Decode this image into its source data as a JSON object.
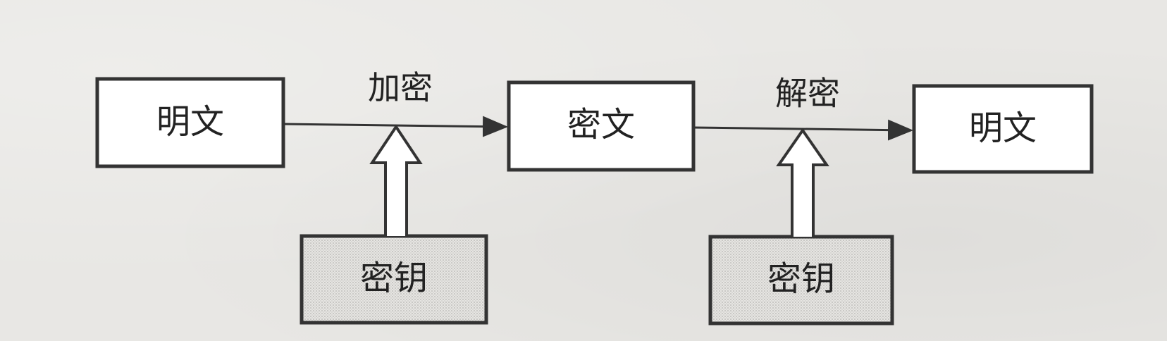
{
  "diagram": {
    "nodes": {
      "plaintext_left": "明文",
      "ciphertext": "密文",
      "plaintext_right": "明文",
      "key_left": "密钥",
      "key_right": "密钥"
    },
    "edges": {
      "encrypt": "加密",
      "decrypt": "解密"
    }
  }
}
